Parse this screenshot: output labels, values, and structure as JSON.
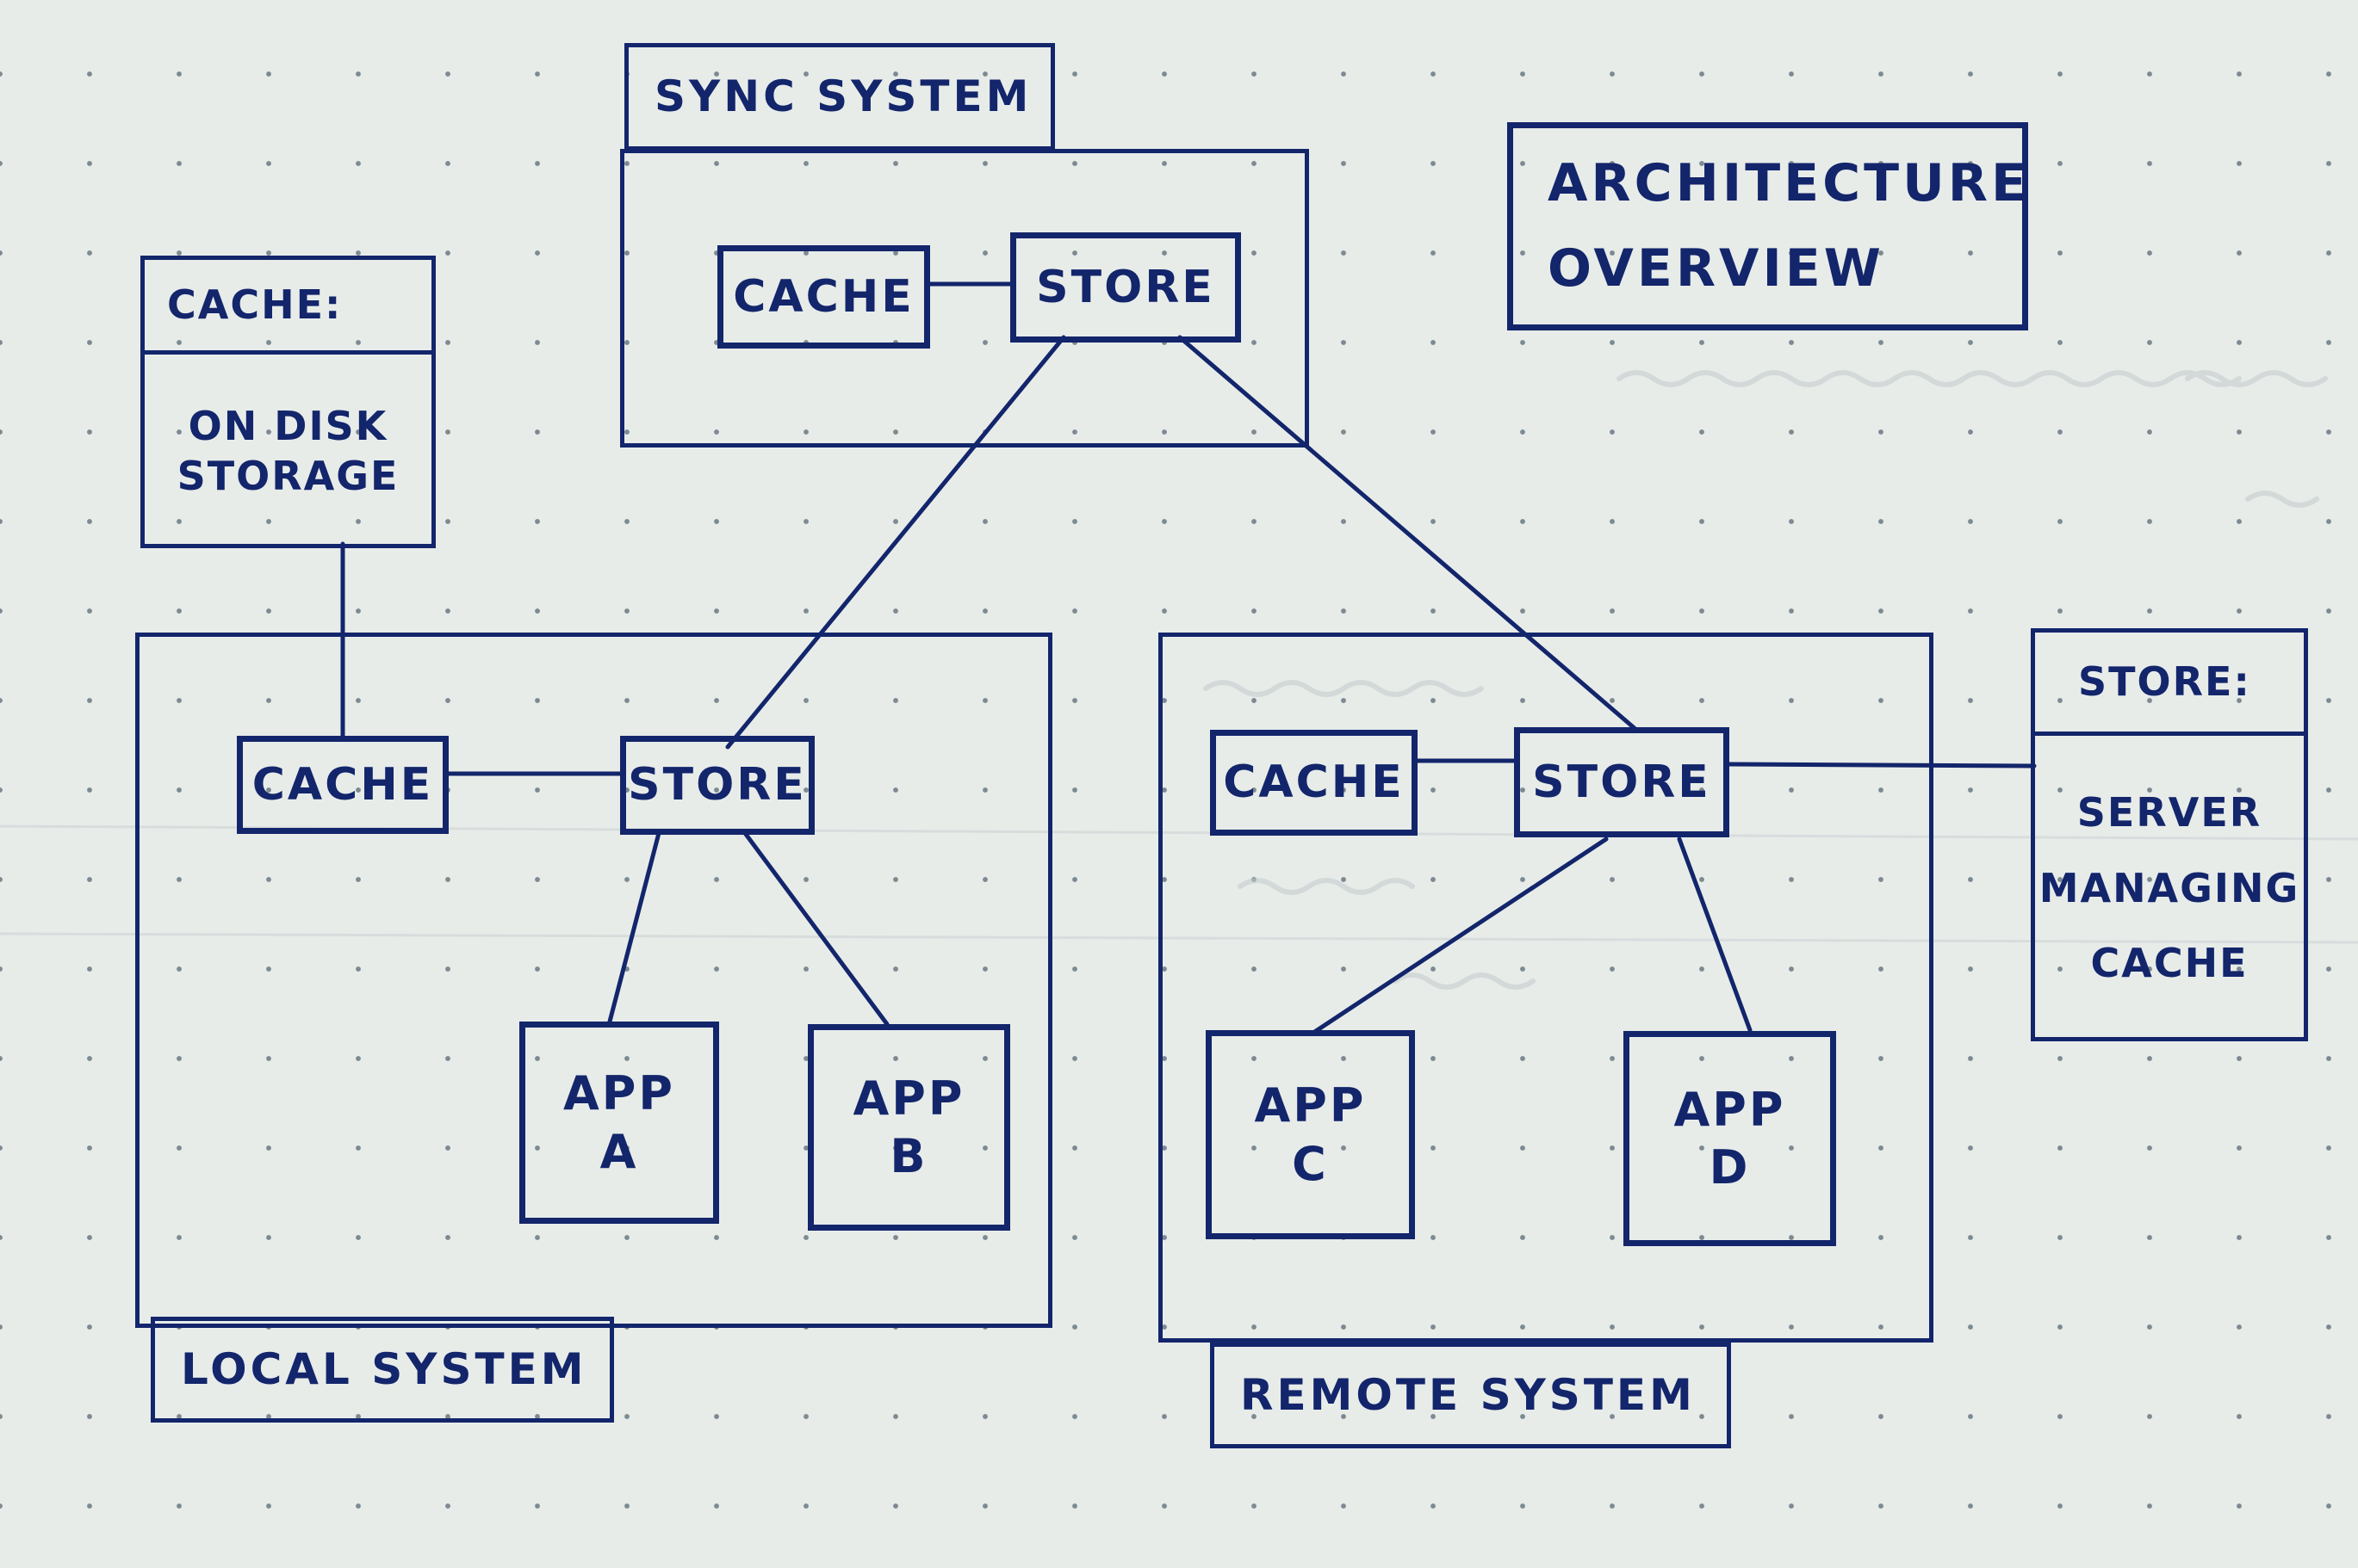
{
  "diagram": {
    "sync_system": {
      "label": "SYNC SYSTEM",
      "cache": "CACHE",
      "store": "STORE"
    },
    "title": {
      "line1": "ARCHITECTURE",
      "line2": "OVERVIEW"
    },
    "cache_note": {
      "header": "CACHE:",
      "body": "ON DISK\nSTORAGE"
    },
    "local_system": {
      "label": "LOCAL SYSTEM",
      "cache": "CACHE",
      "store": "STORE",
      "app_a": "APP\nA",
      "app_b": "APP\nB"
    },
    "remote_system": {
      "label": "REMOTE SYSTEM",
      "cache": "CACHE",
      "store": "STORE",
      "app_c": "APP\nC",
      "app_d": "APP\nD"
    },
    "store_note": {
      "header": "STORE:",
      "body": "SERVER\nMANAGING\nCACHE"
    },
    "colors": {
      "ink": "#13256b",
      "paper": "#e7ece9",
      "dot": "#7e8a92"
    }
  }
}
